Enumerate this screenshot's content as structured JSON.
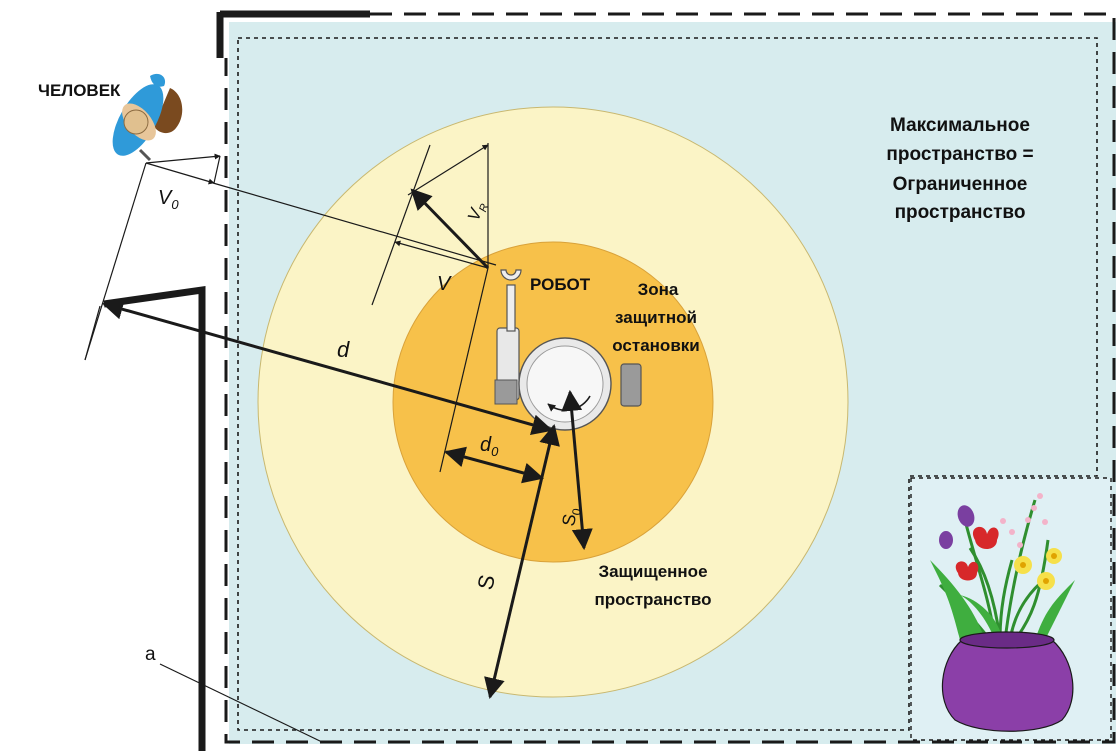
{
  "labels": {
    "human": "ЧЕЛОВЕК",
    "robot": "РОБОТ",
    "max_space_line1": "Максимальное",
    "max_space_line2": "пространство =",
    "max_space_line3": "Ограниченное",
    "max_space_line4": "пространство",
    "stop_zone_line1": "Зона",
    "stop_zone_line2": "защитной",
    "stop_zone_line3": "остановки",
    "protected_line1": "Защищенное",
    "protected_line2": "пространство",
    "fence_label": "a"
  },
  "symbols": {
    "v0": "V",
    "v0_sub": "0",
    "vr": "V",
    "vr_sub": "R",
    "v": "V",
    "d": "d",
    "d0": "d",
    "d0_sub": "0",
    "s0": "S",
    "s0_sub": "0",
    "s": "S"
  },
  "colors": {
    "outer_zone": "#fbf4c6",
    "inner_zone": "#f7c14a",
    "space_fill": "#d7ecee",
    "vase": "#8b3fa8",
    "line": "#1a1a1a"
  }
}
